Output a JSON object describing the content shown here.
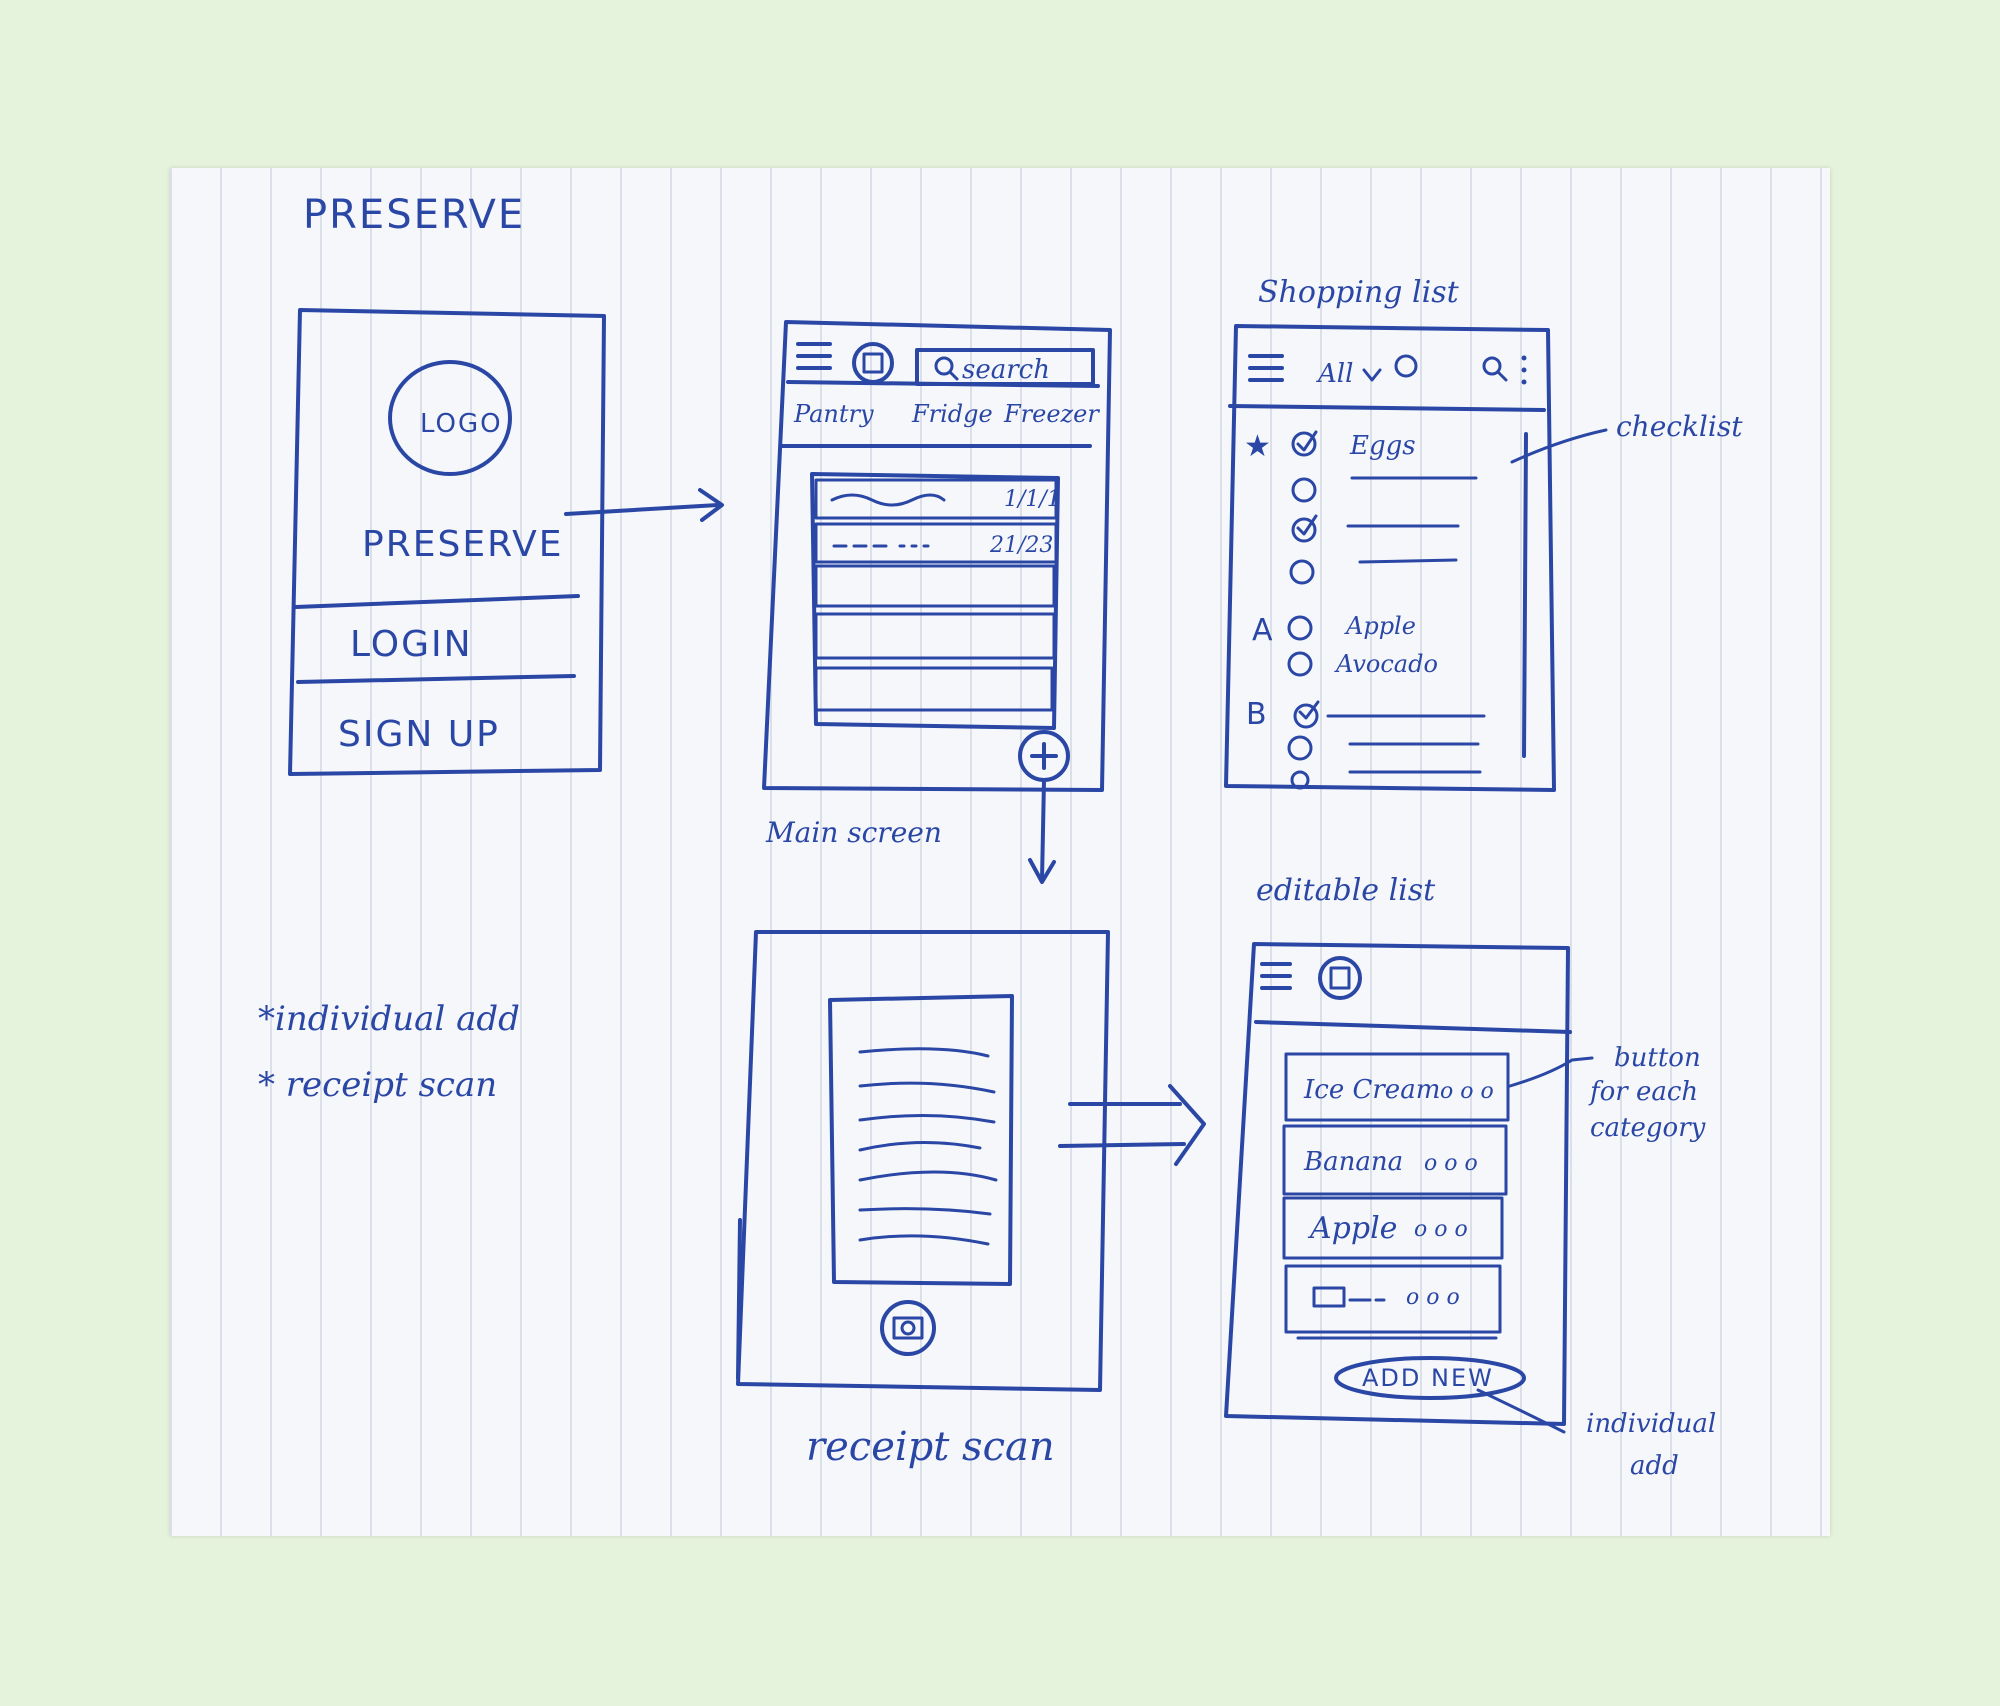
{
  "title": "PRESERVE",
  "login_screen": {
    "logo_text": "LOGO",
    "app_name": "PRESERVE",
    "login_label": "LOGIN",
    "signup_label": "SIGN UP"
  },
  "main_screen": {
    "search_label": "search",
    "tabs": [
      "Pantry",
      "Fridge",
      "Freezer"
    ],
    "row_dates": [
      "1/1/1",
      "21/23"
    ],
    "caption": "Main screen"
  },
  "shopping_list": {
    "caption": "Shopping list",
    "filter_label": "All",
    "section_letters": [
      "A",
      "B"
    ],
    "items": [
      "Eggs",
      "Apple",
      "Avocado"
    ],
    "annotation": "checklist"
  },
  "editable_list": {
    "caption": "editable list",
    "items": [
      "Ice Cream",
      "Banana",
      "Apple"
    ],
    "quantity_dots": "o o o",
    "add_button_label": "ADD NEW",
    "annotation_button": [
      "button",
      "for each",
      "category"
    ],
    "annotation_add": [
      "individual",
      "add"
    ]
  },
  "receipt_scan": {
    "caption": "receipt scan"
  },
  "notes": [
    "*individual add",
    "* receipt scan"
  ]
}
